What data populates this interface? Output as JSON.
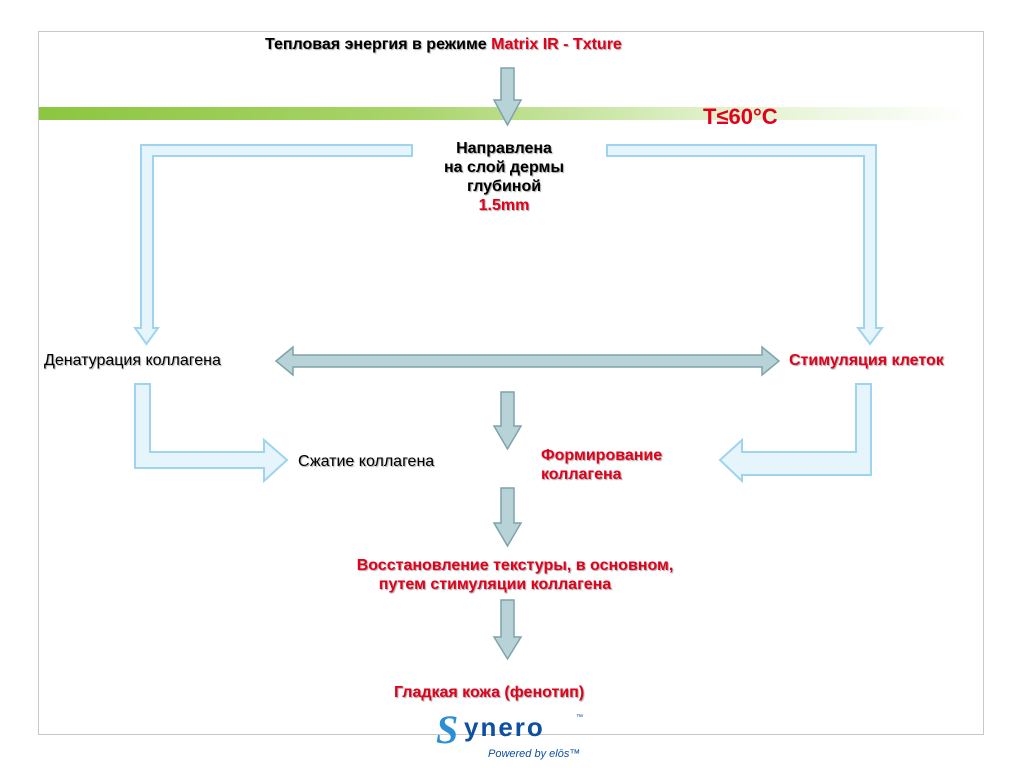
{
  "title": {
    "prefix": "Тепловая энергия в режиме ",
    "mode": "Matrix IR - Txture"
  },
  "temperature": "T≤60°C",
  "directed": {
    "line1": "Направлена",
    "line2": "на слой дермы",
    "line3": "глубиной",
    "depth": "1.5mm"
  },
  "left_node": "Денатурация коллагена",
  "right_node": "Стимуляция клеток",
  "contraction": "Сжатие коллагена",
  "formation": {
    "line1": "Формирование",
    "line2": "коллагена"
  },
  "restoration": {
    "line1": "Восстановление текстуры, в основном,",
    "line2": "путем стимуляции коллагена"
  },
  "result": "Гладкая кожа (фенотип)",
  "logo": {
    "name": "ynero",
    "mark": "S",
    "tm": "™",
    "tagline": "Powered by elōs™"
  },
  "colors": {
    "accent_red": "#e3001b",
    "arrow_light": "#d4ecf7",
    "arrow_dark": "#b7d3d8",
    "green": "#8cc63f"
  }
}
